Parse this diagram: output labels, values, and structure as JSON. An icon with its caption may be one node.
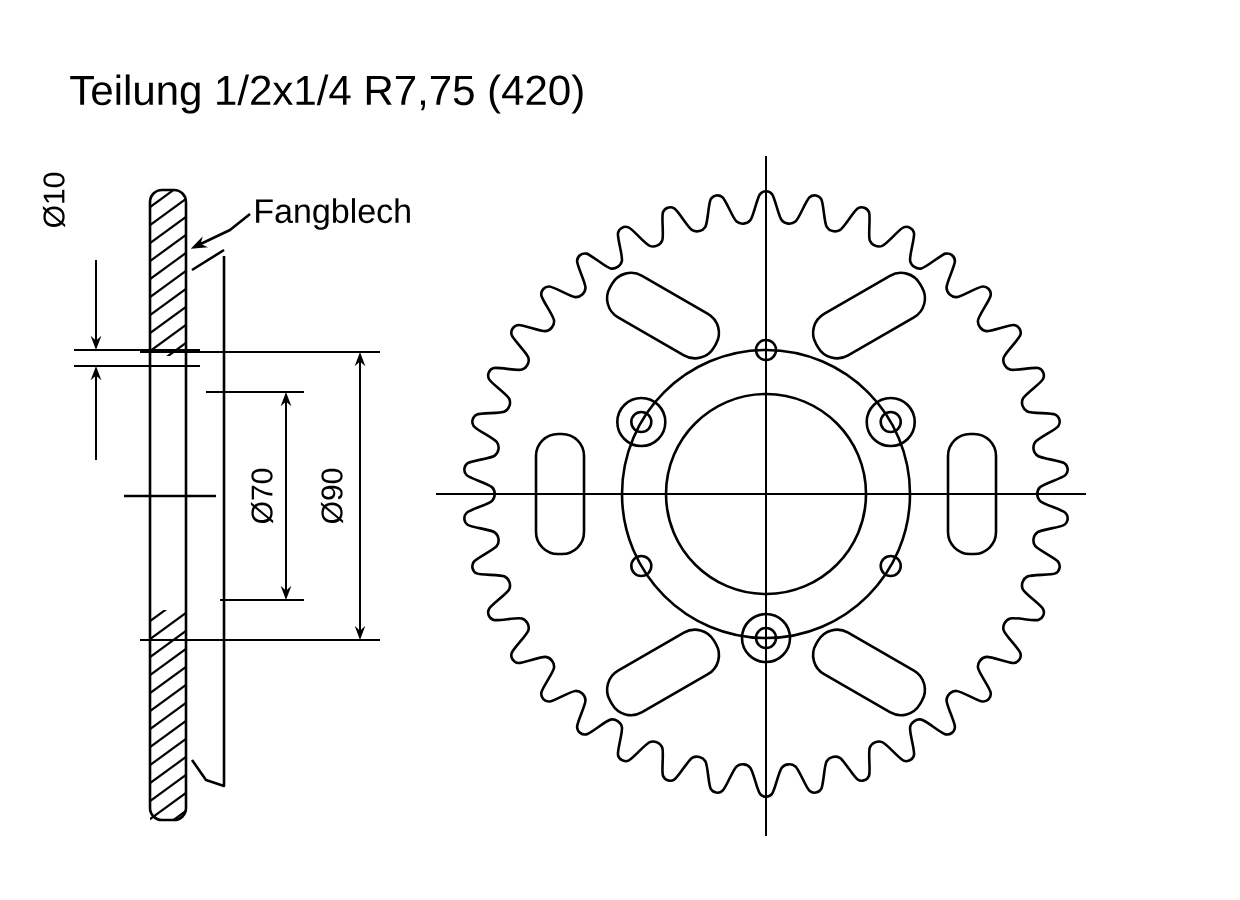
{
  "diagram": {
    "title": "Teilung 1/2x1/4 R7,75 (420)",
    "nodes": [
      {
        "text": [
          "Fangblech"
        ]
      },
      {
        "text": [],
        "shape": "picture"
      }
    ],
    "edges": [
      {
        "from": 0,
        "to": 1,
        "arrow": "to"
      }
    ],
    "labels": [
      "Ø10",
      "Ø70",
      "Ø90"
    ]
  }
}
